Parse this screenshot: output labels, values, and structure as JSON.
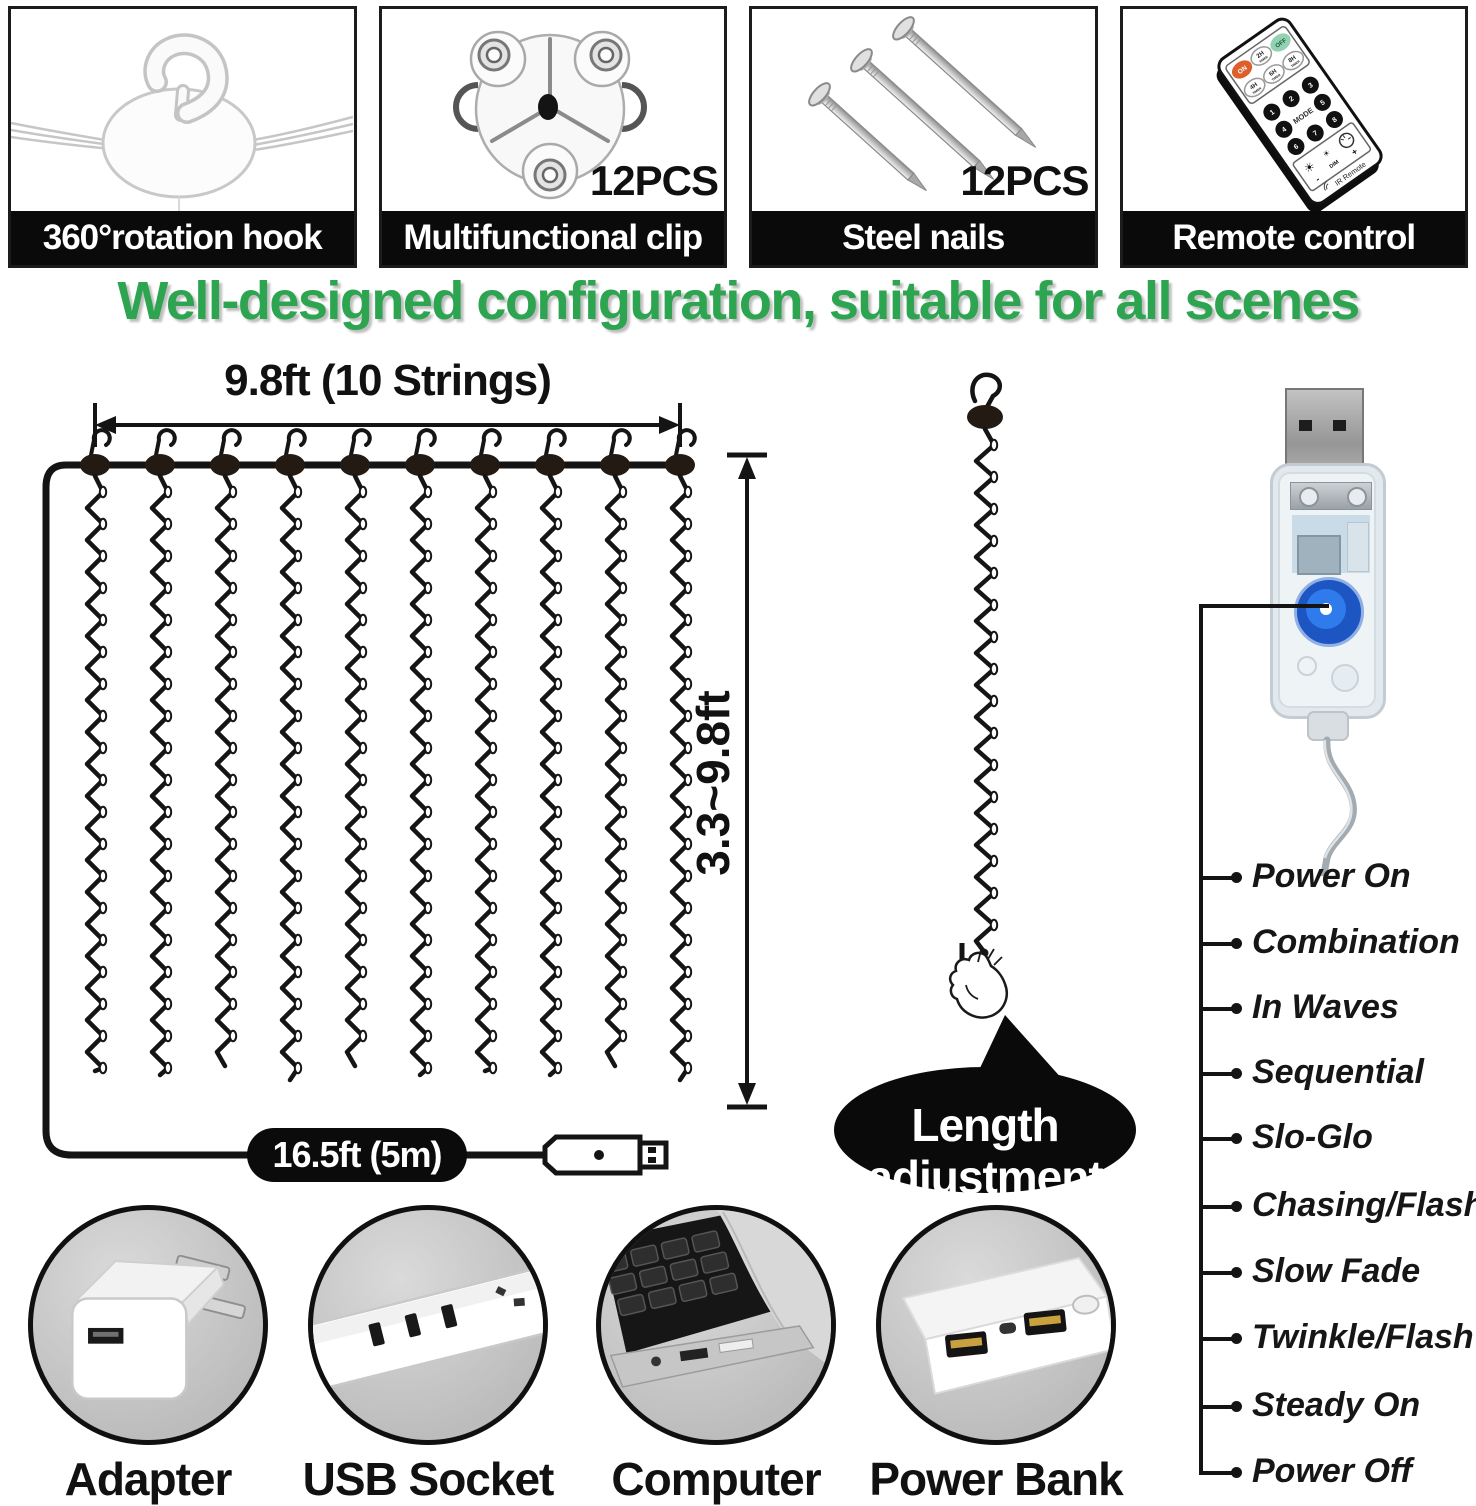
{
  "panels": {
    "rotation_hook": {
      "label": "360°rotation hook"
    },
    "clip": {
      "label": "Multifunctional clip",
      "badge": "12PCS"
    },
    "nails": {
      "label": "Steel nails",
      "badge": "12PCS"
    },
    "remote": {
      "label": "Remote control"
    }
  },
  "headline": {
    "text": "Well-designed configuration, suitable for all scenes",
    "color": "#2ca450"
  },
  "diagram": {
    "width_label": "9.8ft (10 Strings)",
    "height_label": "3.3~9.8ft",
    "cable_label": "16.5ft (5m)",
    "strings_count": 10,
    "bubble_line1": "Length",
    "bubble_line2": "adjustment"
  },
  "remote_control": {
    "on": "ON",
    "off": "OFF",
    "timers": [
      {
        "h": "2H",
        "sub": "TIMER"
      },
      {
        "h": "4H",
        "sub": "TIMER"
      },
      {
        "h": "6H",
        "sub": "TIMER"
      },
      {
        "h": "8H",
        "sub": "TIMER"
      }
    ],
    "mode": "MODE",
    "digits": [
      "1",
      "2",
      "3",
      "4",
      "5",
      "6",
      "7",
      "8"
    ],
    "dim": "DIM",
    "minus": "-",
    "plus": "+",
    "ir": "IR Remote"
  },
  "modes": {
    "items": [
      {
        "label": "Power On"
      },
      {
        "label": "Combination"
      },
      {
        "label": "In Waves"
      },
      {
        "label": "Sequential"
      },
      {
        "label": "Slo-Glo"
      },
      {
        "label": "Chasing/Flash"
      },
      {
        "label": "Slow Fade"
      },
      {
        "label": "Twinkle/Flash"
      },
      {
        "label": "Steady On"
      },
      {
        "label": "Power Off"
      }
    ]
  },
  "power_sources": [
    {
      "label": "Adapter"
    },
    {
      "label": "USB Socket"
    },
    {
      "label": "Computer"
    },
    {
      "label": "Power Bank"
    }
  ]
}
